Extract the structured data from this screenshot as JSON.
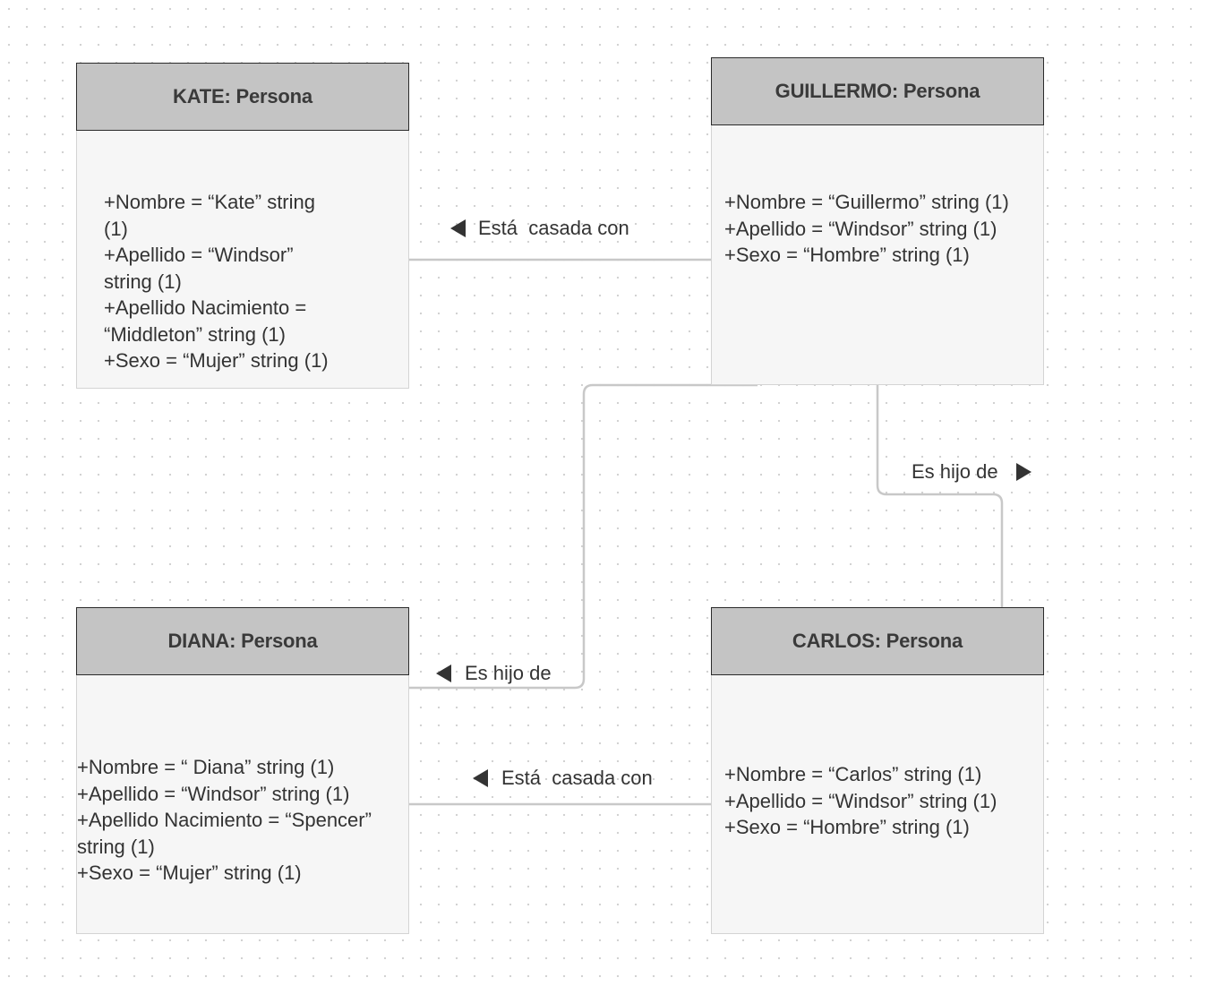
{
  "boxes": {
    "kate": {
      "title": "KATE: Persona",
      "attributes": [
        "+Nombre = “Kate” string",
        "(1)",
        "+Apellido = “Windsor”",
        "string (1)",
        "+Apellido Nacimiento =",
        "“Middleton” string (1)",
        "+Sexo = “Mujer” string (1)"
      ]
    },
    "guillermo": {
      "title": "GUILLERMO: Persona",
      "attributes": [
        "+Nombre = “Guillermo” string (1)",
        "+Apellido = “Windsor” string (1)",
        "+Sexo = “Hombre” string (1)"
      ]
    },
    "diana": {
      "title": "DIANA: Persona",
      "attributes": [
        "+Nombre = “ Diana” string (1)",
        "+Apellido = “Windsor” string (1)",
        "+Apellido Nacimiento = “Spencer”",
        "string (1)",
        "+Sexo = “Mujer” string (1)"
      ]
    },
    "carlos": {
      "title": "CARLOS: Persona",
      "attributes": [
        "+Nombre = “Carlos” string (1)",
        "+Apellido = “Windsor” string (1)",
        "+Sexo = “Hombre” string (1)"
      ]
    }
  },
  "connections": {
    "kate_guillermo": "Está  casada con",
    "guillermo_carlos": "Es hijo de",
    "guillermo_diana": "Es hijo de",
    "diana_carlos": "Está  casada con"
  },
  "colors": {
    "header_fill": "#c4c4c4",
    "body_fill": "#f6f6f6",
    "connector": "#c8c8c8",
    "text": "#333333"
  }
}
